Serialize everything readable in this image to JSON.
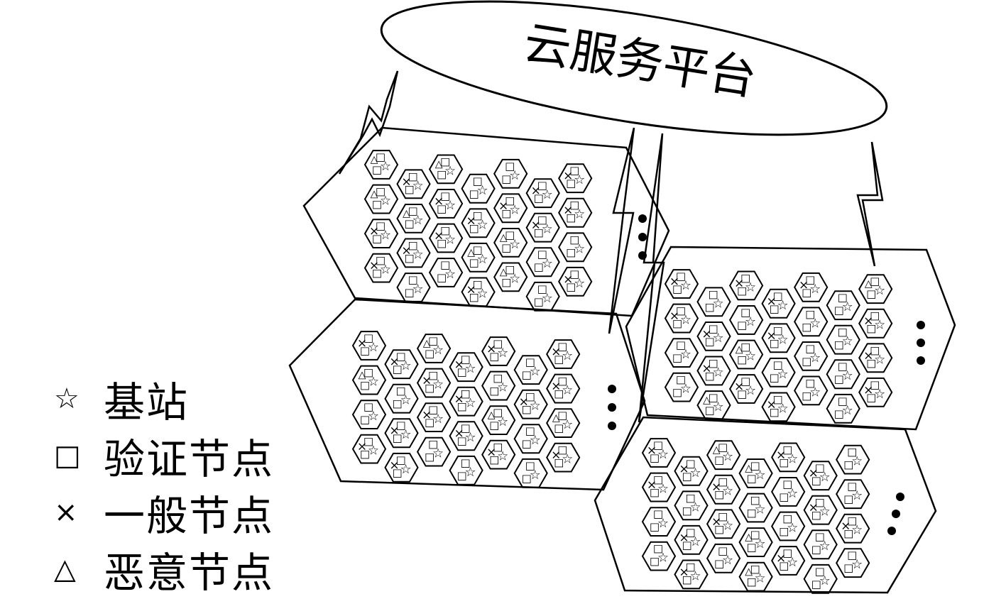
{
  "platform_label": "云服务平台",
  "legend": [
    {
      "symbol": "☆",
      "label": "基站",
      "icon": "star-icon"
    },
    {
      "symbol": "□",
      "label": "验证节点",
      "icon": "square-icon"
    },
    {
      "symbol": "×",
      "label": "一般节点",
      "icon": "cross-icon"
    },
    {
      "symbol": "△",
      "label": "恶意节点",
      "icon": "triangle-icon"
    }
  ],
  "colors": {
    "stroke": "#000000",
    "background": "#ffffff"
  }
}
